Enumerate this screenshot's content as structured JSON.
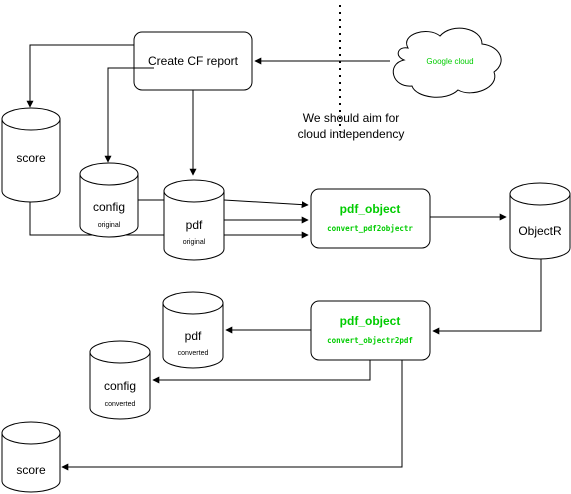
{
  "nodes": {
    "create_report": {
      "label": "Create CF report"
    },
    "google_cloud": {
      "label": "Google cloud"
    },
    "note": {
      "line1": "We should aim for",
      "line2": "cloud independency"
    },
    "score_top": {
      "label": "score"
    },
    "config_top": {
      "label": "config",
      "sub": "original"
    },
    "pdf_top": {
      "label": "pdf",
      "sub": "original"
    },
    "pdf_object_top": {
      "title": "pdf_object",
      "func": "convert_pdf2objectr"
    },
    "objectr": {
      "label": "ObjectR"
    },
    "pdf_object_bottom": {
      "title": "pdf_object",
      "func": "convert_objectr2pdf"
    },
    "pdf_bottom": {
      "label": "pdf",
      "sub": "converted"
    },
    "config_bottom": {
      "label": "config",
      "sub": "converted"
    },
    "score_bottom": {
      "label": "score"
    }
  },
  "colors": {
    "green": "#00cc00",
    "green_border": "#009900",
    "stroke": "#000000"
  }
}
